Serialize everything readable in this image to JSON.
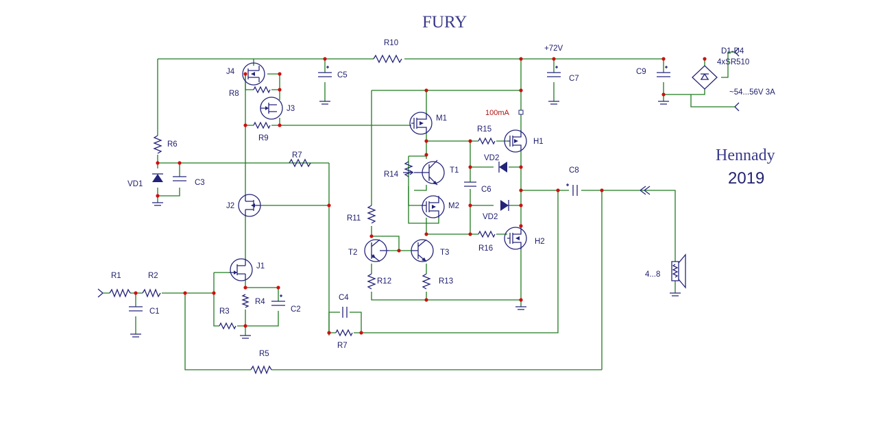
{
  "title": "FURY",
  "author": "Hennady",
  "year": "2019",
  "supply_voltage": "+72V",
  "bias_current": "100mA",
  "rectifier": {
    "name": "D1-D4",
    "part": "4xSR510",
    "input": "~54...56V 3A"
  },
  "speaker_impedance": "4...8",
  "components": {
    "R1": "R1",
    "R2": "R2",
    "R3": "R3",
    "R4": "R4",
    "R5": "R5",
    "R6": "R6",
    "R7a": "R7",
    "R7b": "R7",
    "R8": "R8",
    "R9": "R9",
    "R10": "R10",
    "R11": "R11",
    "R12": "R12",
    "R13": "R13",
    "R14": "R14",
    "R15": "R15",
    "R16": "R16",
    "C1": "C1",
    "C2": "C2",
    "C3": "C3",
    "C4": "C4",
    "C5": "C5",
    "C6": "C6",
    "C7": "C7",
    "C8": "C8",
    "C9": "C9",
    "J1": "J1",
    "J2": "J2",
    "J3": "J3",
    "J4": "J4",
    "M1": "M1",
    "M2": "M2",
    "T1": "T1",
    "T2": "T2",
    "T3": "T3",
    "H1": "H1",
    "H2": "H2",
    "VD1": "VD1",
    "VD2a": "VD2",
    "VD2b": "VD2"
  },
  "colors": {
    "wire": "#1e7a1e",
    "component": "#23237a",
    "junction": "#cc1111"
  }
}
